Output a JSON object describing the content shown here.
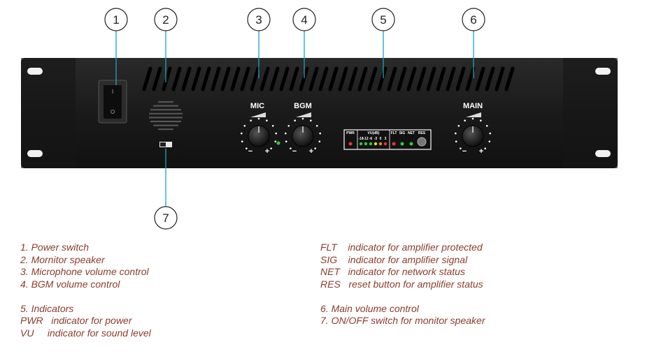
{
  "callouts": [
    "1",
    "2",
    "3",
    "4",
    "5",
    "6",
    "7"
  ],
  "panel": {
    "mic_label": "MIC",
    "bgm_label": "BGM",
    "main_label": "MAIN",
    "ind_pwr": "PWR",
    "ind_vu": "VU(dB)",
    "ind_flt": "FLT",
    "ind_sig": "SIG",
    "ind_net": "NET",
    "ind_res": "RES",
    "vu_scale": [
      "-18",
      "-12",
      "-6",
      "-3",
      "0",
      "3"
    ],
    "minus": "−",
    "plus": "+"
  },
  "legend_left": {
    "l1": "1. Power switch",
    "l2": "2. Mornitor speaker",
    "l3": "3. Microphone volume control",
    "l4": "4. BGM volume control",
    "l5": "5. Indicators",
    "l6": "PWR   indicator for power",
    "l7": "VU     indicator for sound level"
  },
  "legend_right": {
    "r1": "FLT    indicator for amplifier protected",
    "r2": "SIG    indicator for amplifier signal",
    "r3": "NET   indicator for network status",
    "r4": "RES   reset button for amplifier status",
    "r5": "6. Main volume control",
    "r6": "7. ON/OFF switch for monitor speaker"
  },
  "colors": {
    "panel": "#1c1c1c",
    "callout_line": "#1aa3c6",
    "legend_text": "#8a3c2c"
  }
}
